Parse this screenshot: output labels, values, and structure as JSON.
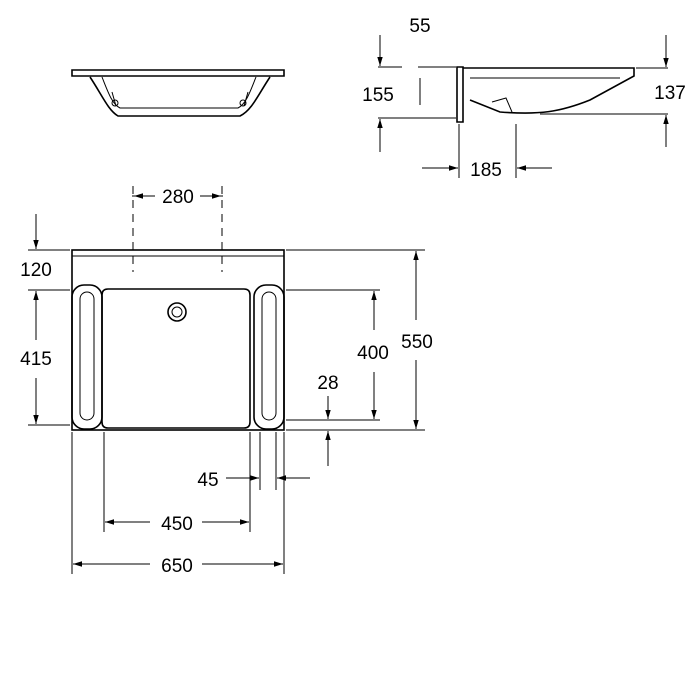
{
  "dimensions": {
    "top_side_height": "55",
    "side_bowl_depth": "155",
    "side_total_height": "137",
    "side_wall_offset": "185",
    "drain_spacing": "280",
    "front_strip": "120",
    "handle_length": "415",
    "bowl_depth": "400",
    "total_depth": "550",
    "bottom_offset": "28",
    "handle_width": "45",
    "bowl_width": "450",
    "total_width": "650"
  }
}
